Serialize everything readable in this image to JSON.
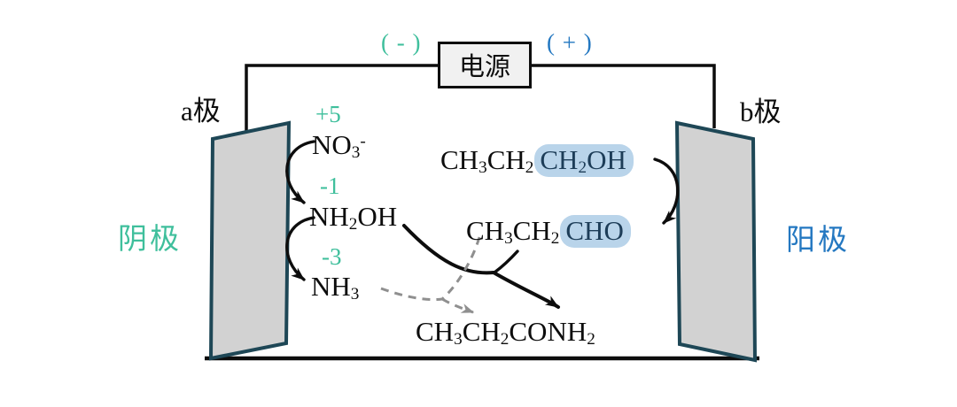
{
  "colors": {
    "teal": "#3fbf9c",
    "blue": "#2478c1",
    "highlight_bg": "#b9d4ea",
    "highlight_text": "#1d3d58",
    "electrode_fill": "#d2d2d2",
    "electrode_border": "#1e4756",
    "dashed_gray": "#8f8f8f",
    "wire_black": "#0d0d0d",
    "power_box_bg": "#f1f1f1"
  },
  "power": {
    "label": "电源",
    "negative": "( - )",
    "positive": "( + )"
  },
  "electrodes": {
    "left_name": "a极",
    "right_name": "b极",
    "left_role": "阴极",
    "right_role": "阳极"
  },
  "left_species": {
    "no3": {
      "oxidation": "+5",
      "segments": [
        {
          "t": "NO"
        },
        {
          "t": "3",
          "sub": true
        },
        {
          "t": "-",
          "sup": true
        }
      ]
    },
    "nh2oh": {
      "oxidation": "-1",
      "segments": [
        {
          "t": "NH"
        },
        {
          "t": "2",
          "sub": true
        },
        {
          "t": "OH"
        }
      ]
    },
    "nh3": {
      "oxidation": "-3",
      "segments": [
        {
          "t": "NH"
        },
        {
          "t": "3",
          "sub": true
        }
      ]
    }
  },
  "right_species": {
    "propanol": {
      "segments": [
        {
          "t": "CH"
        },
        {
          "t": "3",
          "sub": true
        },
        {
          "t": "CH"
        },
        {
          "t": "2",
          "sub": true
        },
        {
          "t": "CH",
          "hl": true
        },
        {
          "t": "2",
          "sub": true,
          "hl": true
        },
        {
          "t": "OH",
          "hl": true
        }
      ]
    },
    "propanal": {
      "segments": [
        {
          "t": "CH"
        },
        {
          "t": "3",
          "sub": true
        },
        {
          "t": "CH"
        },
        {
          "t": "2",
          "sub": true
        },
        {
          "t": "CHO",
          "hl": true
        }
      ]
    },
    "propanamide": {
      "segments": [
        {
          "t": "CH"
        },
        {
          "t": "3",
          "sub": true
        },
        {
          "t": "CH"
        },
        {
          "t": "2",
          "sub": true
        },
        {
          "t": "CONH"
        },
        {
          "t": "2",
          "sub": true
        }
      ]
    }
  }
}
